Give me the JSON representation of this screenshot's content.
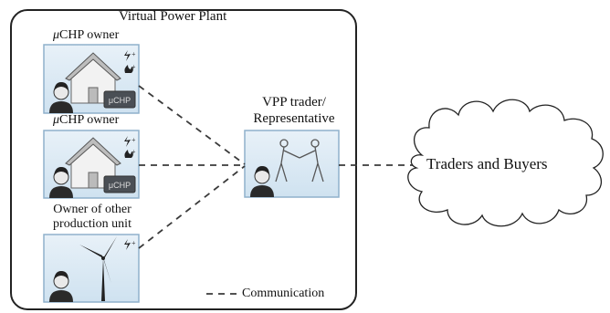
{
  "vpp": {
    "title": "Virtual Power Plant",
    "units": [
      {
        "icon": "house-chp-icon",
        "label_prefix": "μ",
        "label_rest": "CHP owner",
        "device_label": "μCHP"
      },
      {
        "icon": "house-chp-icon",
        "label_prefix": "μ",
        "label_rest": "CHP owner",
        "device_label": "μCHP"
      },
      {
        "icon": "wind-turbine-icon",
        "label_line1": "Owner of other",
        "label_line2": "production unit"
      }
    ],
    "trader": {
      "line1": "VPP trader/",
      "line2": "Representative",
      "icon": "handshake-icon"
    },
    "legend": {
      "text": "Communication"
    }
  },
  "market": {
    "label": "Traders and Buyers",
    "shape": "cloud"
  },
  "colors": {
    "box_fill": "#dbe9f4",
    "box_stroke": "#8fb1cc",
    "line": "#3a3a3a"
  }
}
